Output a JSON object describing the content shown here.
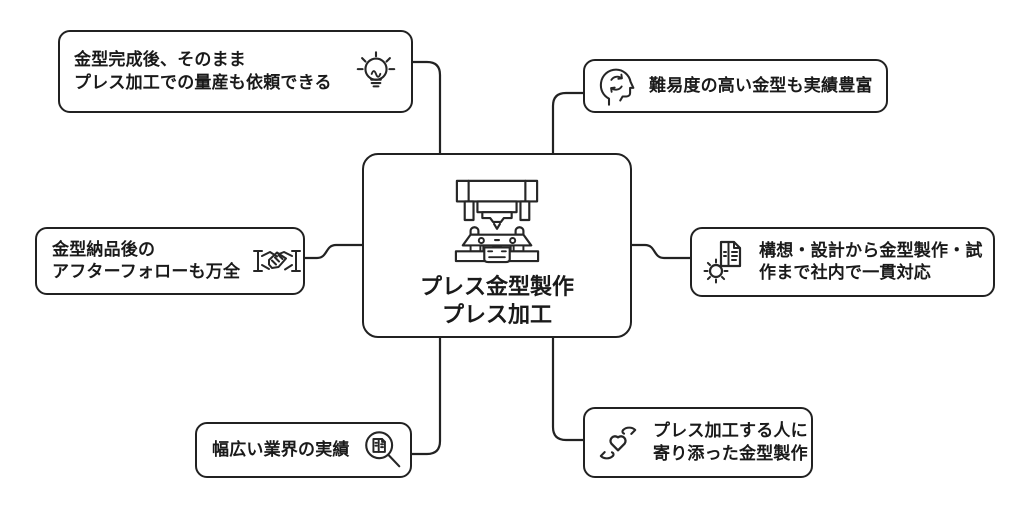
{
  "diagram": {
    "center": {
      "lines": [
        "プレス金型製作",
        "プレス加工"
      ],
      "icon": "press-die-machine-icon"
    },
    "satellites": {
      "top_left": {
        "lines": [
          "金型完成後、そのまま",
          "プレス加工での量産も依頼できる"
        ],
        "icon": "lightbulb-idea-icon",
        "icon_position": "right"
      },
      "top_right": {
        "lines": [
          "難易度の高い金型も実績豊富"
        ],
        "icon": "thinking-head-icon",
        "icon_position": "left"
      },
      "middle_left": {
        "lines": [
          "金型納品後の",
          "アフターフォローも万全"
        ],
        "icon": "handshake-icon",
        "icon_position": "right"
      },
      "middle_right": {
        "lines": [
          "構想・設計から金型製作・試",
          "作まで社内で一貫対応"
        ],
        "icon": "gear-document-icon",
        "icon_position": "left"
      },
      "bottom_left": {
        "lines": [
          "幅広い業界の実績"
        ],
        "icon": "magnifier-document-icon",
        "icon_position": "right"
      },
      "bottom_right": {
        "lines": [
          "プレス加工する人に",
          "寄り添った金型製作"
        ],
        "icon": "hands-heart-icon",
        "icon_position": "left"
      }
    },
    "colors": {
      "stroke": "#222222",
      "background": "#ffffff",
      "text": "#1a1a1a"
    }
  }
}
